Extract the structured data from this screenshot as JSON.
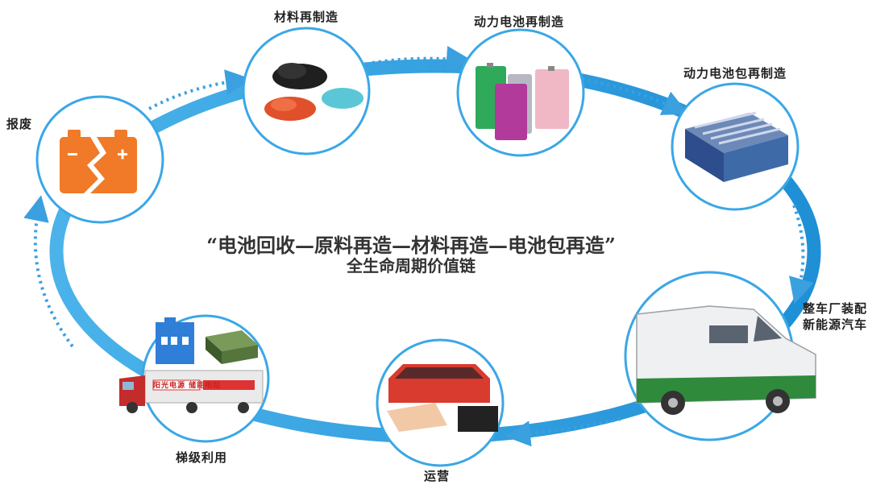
{
  "nodes": [
    {
      "id": "scrap",
      "label": "报废"
    },
    {
      "id": "material",
      "label": "材料再制造"
    },
    {
      "id": "cell",
      "label": "动力电池再制造"
    },
    {
      "id": "pack",
      "label": "动力电池包再制造"
    },
    {
      "id": "vehicle",
      "label": [
        "整车厂装配",
        "新能源汽车"
      ]
    },
    {
      "id": "sale",
      "label": "运营"
    },
    {
      "id": "reuse",
      "label": "梯级利用"
    }
  ],
  "center": {
    "line1": "“电池回收—原料再造—材料再造—电池包再造”",
    "line2": "全生命周期价值链"
  },
  "truck_text": "阳光电源 储能电站",
  "colors": {
    "ring": "#2a9ce0",
    "node_border": "#3aa7e6",
    "arrow": "#3aa0e0",
    "battery": "#f07a28"
  }
}
